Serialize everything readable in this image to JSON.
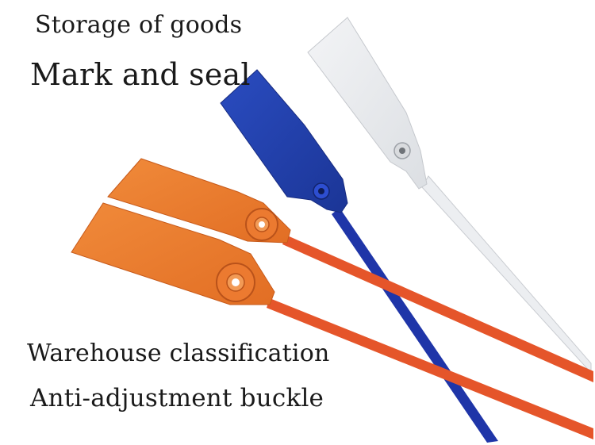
{
  "captions": {
    "storage": "Storage of goods",
    "mark": "Mark and seal",
    "warehouse": "Warehouse classification",
    "anti": "Anti-adjustment buckle"
  },
  "colors": {
    "background": "#ffffff",
    "text": "#1a1a1a",
    "orange_tag": "#ee7a2c",
    "orange_strap": "#e5552a",
    "blue_tag": "#1f3fae",
    "white_tag": "#e8eaec"
  },
  "icons": {
    "orange-seal-tag": "orange plastic security seal tag",
    "blue-seal-tag": "blue plastic security seal tag",
    "white-seal-tag": "white plastic security seal tag"
  }
}
